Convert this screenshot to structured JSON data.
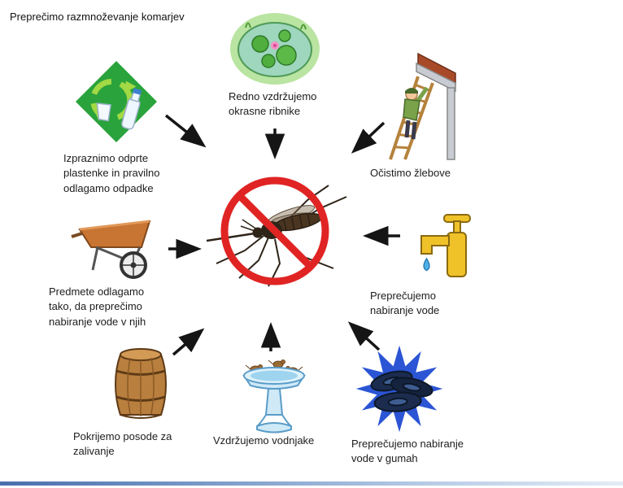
{
  "title": "Preprečimo razmnoževanje komarjev",
  "colors": {
    "prohibition_red": "#e02424",
    "arrow_black": "#151515",
    "diamond_green": "#2aa33c",
    "recycle_light_green": "#a2d944",
    "faucet_yellow": "#f0c229",
    "tire_navy": "#1b2c4e",
    "burst_blue": "#2b55d4",
    "bottom_rule_dark": "#4a6fae",
    "bottom_rule_light": "#e3ecf6"
  },
  "center_icon": "no-mosquito-icon",
  "items": [
    {
      "icon": "recycling-bottle-icon",
      "label": "Izpraznimo odprte plastenke in pravilno odlagamo odpadke"
    },
    {
      "icon": "garden-pond-icon",
      "label": "Redno vzdržujemo okrasne ribnike"
    },
    {
      "icon": "gutter-cleaning-icon",
      "label": "Očistimo žlebove"
    },
    {
      "icon": "wheelbarrow-icon",
      "label": "Predmete odlagamo tako, da preprečimo nabiranje vode v njih"
    },
    {
      "icon": "water-tap-icon",
      "label": "Preprečujemo nabiranje vode"
    },
    {
      "icon": "barrel-icon",
      "label": "Pokrijemo posode za zalivanje"
    },
    {
      "icon": "bird-bath-icon",
      "label": "Vzdržujemo vodnjake"
    },
    {
      "icon": "tire-stack-icon",
      "label": "Preprečujemo nabiranje vode v gumah"
    }
  ]
}
